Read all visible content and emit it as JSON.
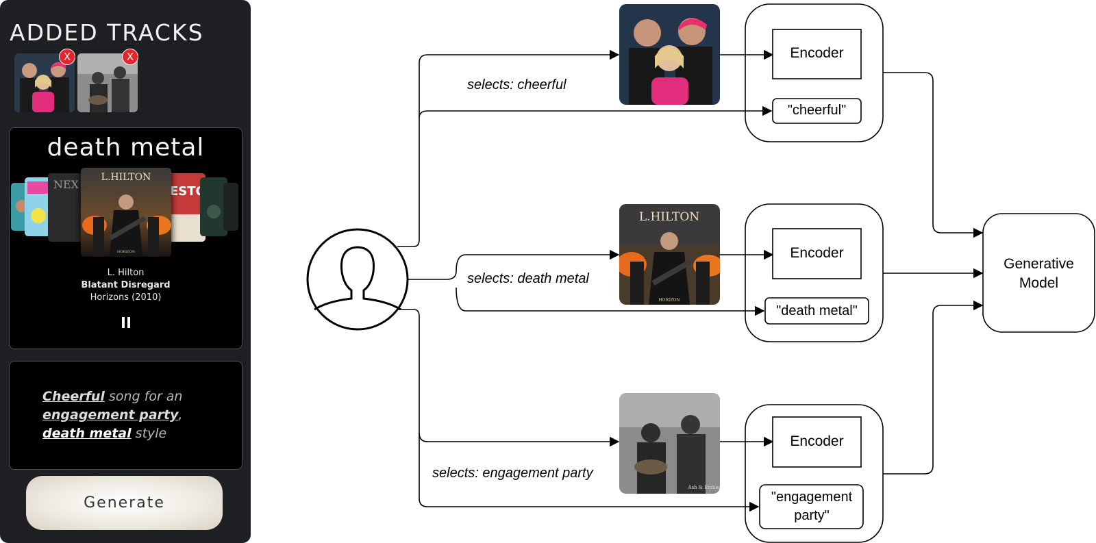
{
  "panel": {
    "title": "ADDED TRACKS",
    "remove_glyph": "X",
    "player": {
      "genre": "death metal",
      "artist": "L. Hilton",
      "track": "Blatant Disregard",
      "album": "Horizons (2010)",
      "pause_glyph": "II",
      "cover_labels": [
        "L.HILTON",
        "HORIZON"
      ]
    },
    "prompt": {
      "kw1": "Cheerful",
      "t1": " song for an ",
      "kw2": "engagement party",
      "t2": ",",
      "kw3": "death metal",
      "t3": " style"
    },
    "generate_label": "Generate"
  },
  "diagram": {
    "selections": [
      {
        "label": "selects: cheerful",
        "encoder": "Encoder",
        "text": "\"cheerful\""
      },
      {
        "label": "selects: death metal",
        "encoder": "Encoder",
        "text": "\"death metal\""
      },
      {
        "label": "selects: engagement party",
        "encoder": "Encoder",
        "text": "\"engagement party\""
      }
    ],
    "model": {
      "line1": "Generative",
      "line2": "Model"
    },
    "image_captions": {
      "metal_cover": "L.HILTON",
      "metal_sub": "HORIZON",
      "bw_sub": "Ash & Embers"
    }
  },
  "colors": {
    "panel_bg": "#1d1f22",
    "box_bg": "#000000",
    "remove_red": "#e4232b",
    "pink_hair": "#e8306f",
    "fire": "#e86a1c"
  }
}
